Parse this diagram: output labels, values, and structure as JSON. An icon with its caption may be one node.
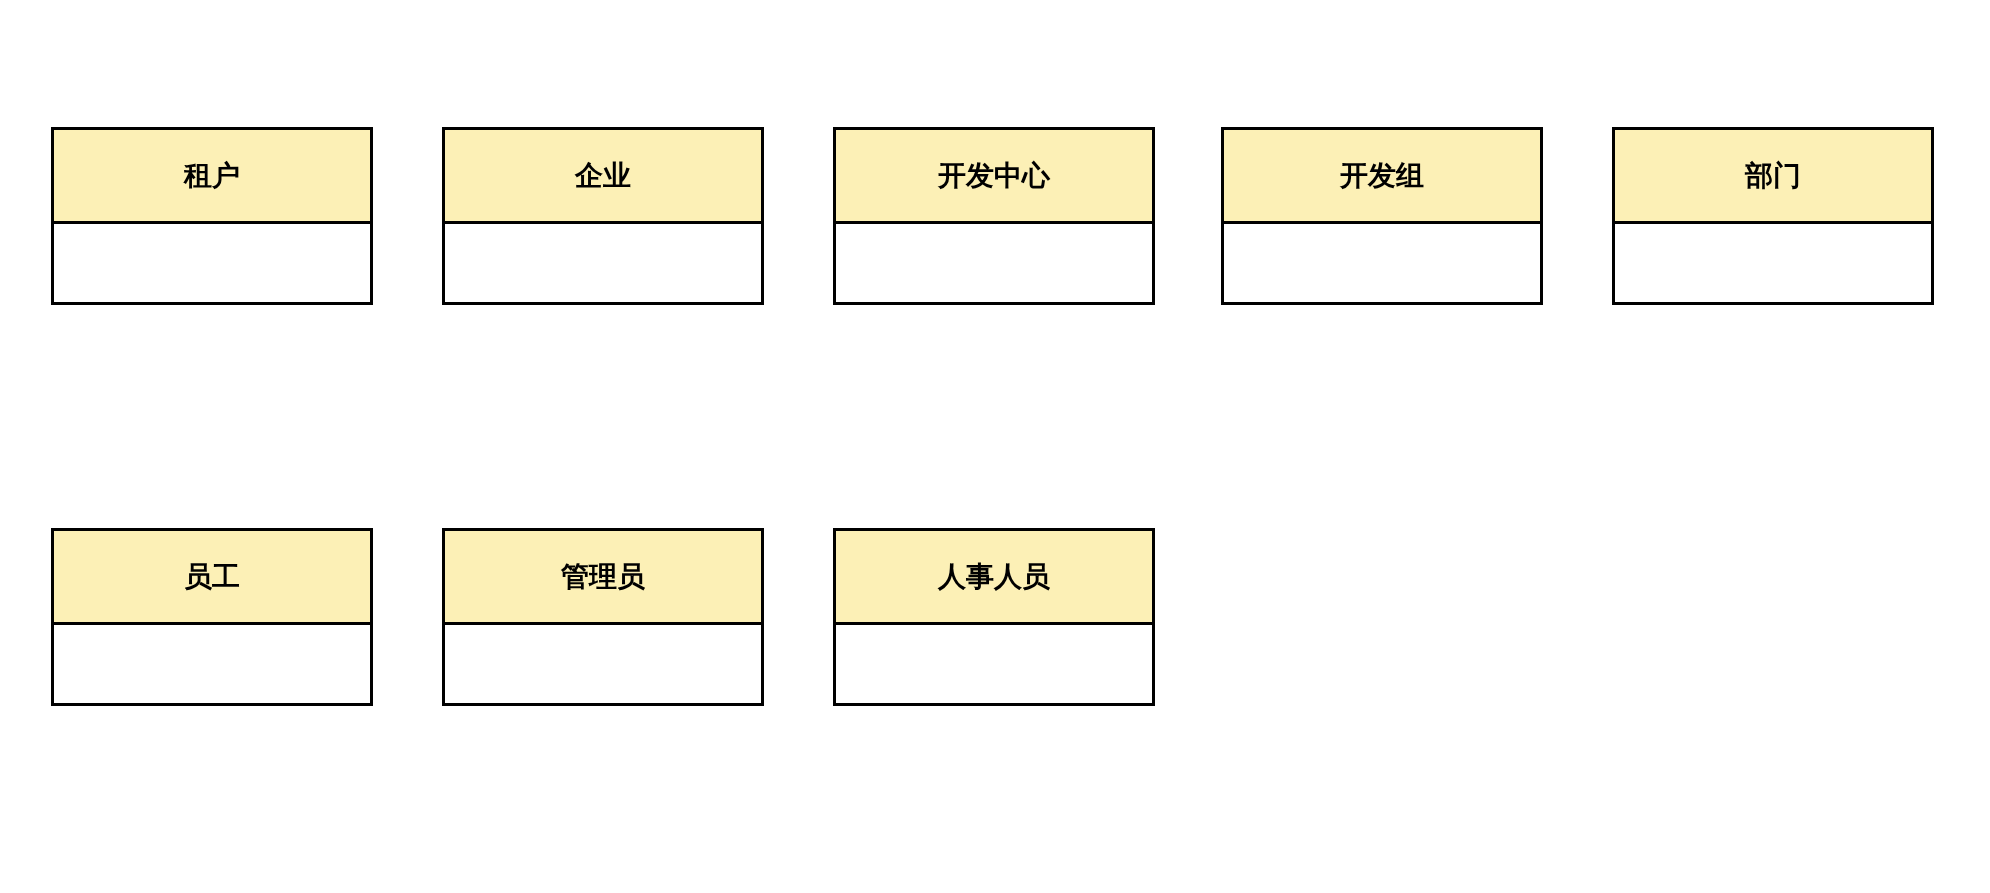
{
  "diagram": {
    "nodes": [
      {
        "text": [
          "租户"
        ]
      },
      {
        "text": [
          "企业"
        ]
      },
      {
        "text": [
          "开发中心"
        ]
      },
      {
        "text": [
          "开发组"
        ]
      },
      {
        "text": [
          "部门"
        ]
      },
      {
        "text": [
          "员工"
        ]
      },
      {
        "text": [
          "管理员"
        ]
      },
      {
        "text": [
          "人事人员"
        ]
      }
    ],
    "edges": []
  }
}
